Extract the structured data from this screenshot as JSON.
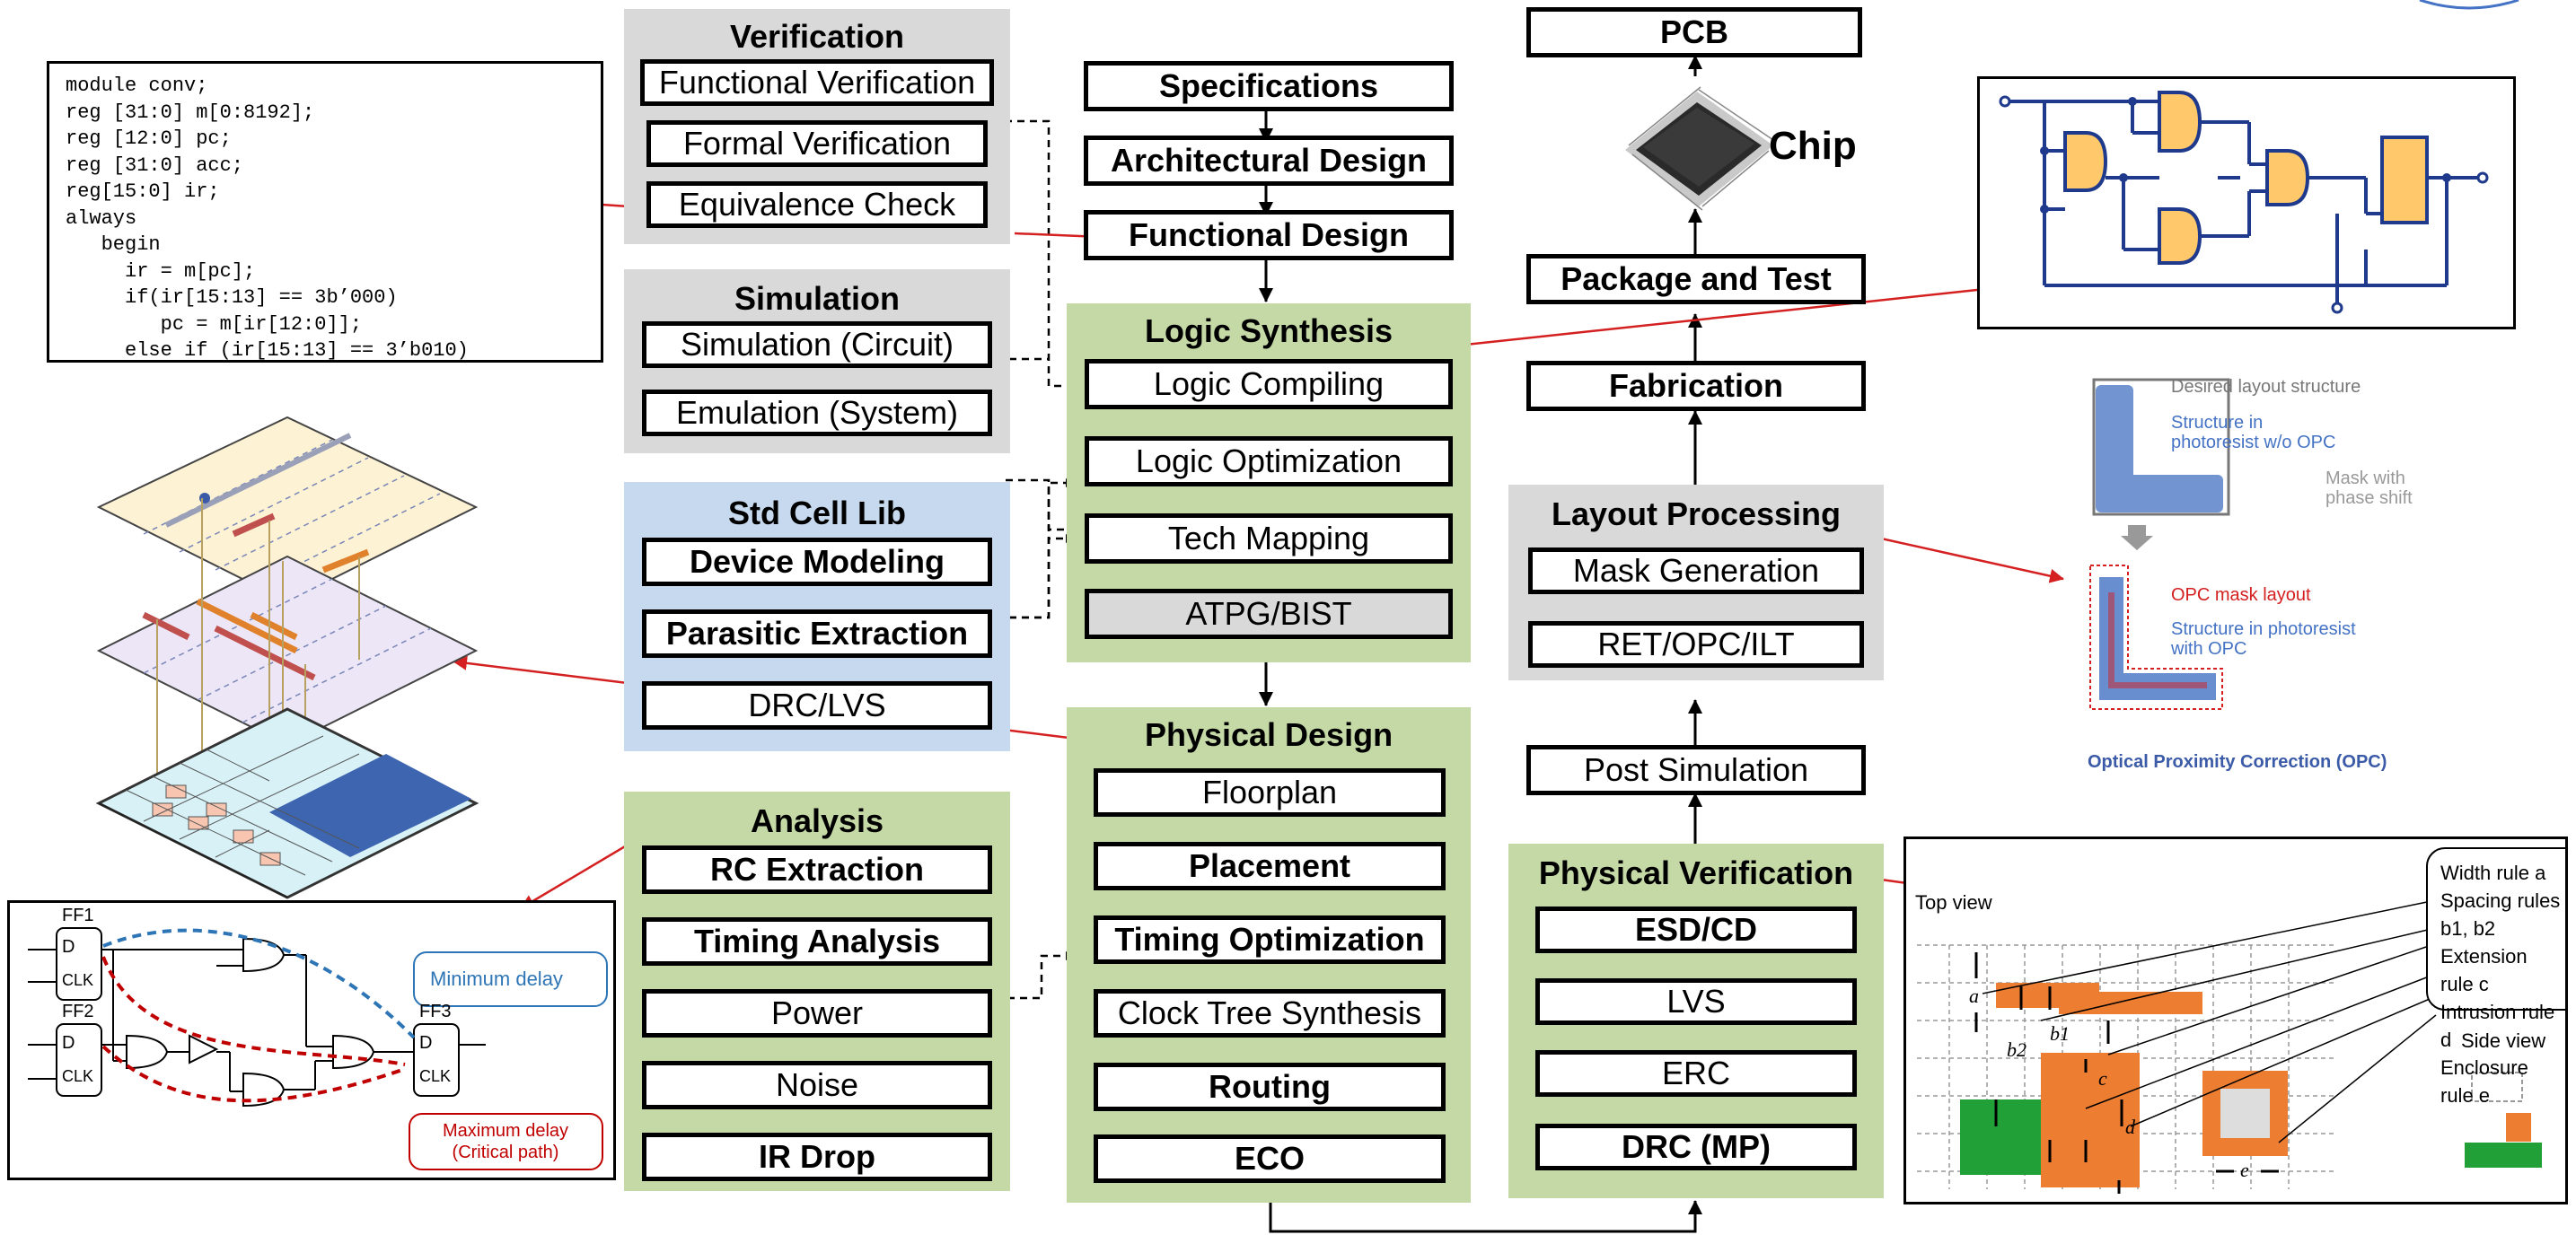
{
  "code": {
    "lines": [
      "module conv;",
      "reg [31:0] m[0:8192];",
      "reg [12:0] pc;",
      "reg [31:0] acc;",
      "reg[15:0] ir;",
      "always",
      "   begin",
      "     ir = m[pc];",
      "     if(ir[15:13] == 3b’000)",
      "        pc = m[ir[12:0]];",
      "     else if (ir[15:13] == 3’b010)"
    ]
  },
  "verification": {
    "title": "Verification",
    "items": [
      "Functional Verification",
      "Formal Verification",
      "Equivalence Check"
    ]
  },
  "simulation": {
    "title": "Simulation",
    "items": [
      "Simulation (Circuit)",
      "Emulation (System)"
    ]
  },
  "stdcell": {
    "title": "Std Cell Lib",
    "items": [
      "Device Modeling",
      "Parasitic Extraction",
      "DRC/LVS"
    ]
  },
  "analysis": {
    "title": "Analysis",
    "items": [
      "RC Extraction",
      "Timing Analysis",
      "Power",
      "Noise",
      "IR Drop"
    ]
  },
  "flow_top": [
    "Specifications",
    "Architectural Design",
    "Functional Design"
  ],
  "logic_synthesis": {
    "title": "Logic Synthesis",
    "items": [
      "Logic Compiling",
      "Logic Optimization",
      "Tech Mapping",
      "ATPG/BIST"
    ]
  },
  "physical_design": {
    "title": "Physical Design",
    "items": [
      "Floorplan",
      "Placement",
      "Timing Optimization",
      "Clock Tree Synthesis",
      "Routing",
      "ECO"
    ]
  },
  "backend": {
    "pcb": "PCB",
    "chip": "Chip",
    "package": "Package and Test",
    "fabrication": "Fabrication",
    "post_simulation": "Post Simulation"
  },
  "layout_processing": {
    "title": "Layout Processing",
    "items": [
      "Mask Generation",
      "RET/OPC/ILT"
    ]
  },
  "physical_verification": {
    "title": "Physical Verification",
    "items": [
      "ESD/CD",
      "LVS",
      "ERC",
      "DRC (MP)"
    ]
  },
  "opc": {
    "desired": "Desired layout structure",
    "structure_no_opc": "Structure in\nphotoresist w/o OPC",
    "mask_phase": "Mask with\nphase shift",
    "opc_mask": "OPC mask layout",
    "structure_opc": "Structure in photoresist\nwith OPC",
    "caption": "Optical Proximity Correction (OPC)"
  },
  "timing": {
    "ff1": "FF1",
    "ff2": "FF2",
    "ff3": "FF3",
    "d": "D",
    "clk": "CLK",
    "min_delay": "Minimum delay",
    "max_delay": "Maximum delay\n(Critical path)"
  },
  "drc": {
    "top_view": "Top view",
    "side_view": "Side view",
    "rules": [
      "Width rule a",
      "Spacing rules b1, b2",
      "Extension rule c",
      "Intrusion rule d",
      "Enclosure rule e"
    ],
    "labels": [
      "a",
      "b2",
      "b1",
      "c",
      "d",
      "e"
    ]
  },
  "colors": {
    "green": "#c5d9a6",
    "gray": "#d9d9d9",
    "blue": "#c6d9ee",
    "red": "#d42020",
    "gate_fill": "#ffc86b",
    "circuit_line": "#1f3a8c",
    "orange": "#ed7d31",
    "metal_green": "#21a037",
    "opc_blue": "#4472c4"
  }
}
